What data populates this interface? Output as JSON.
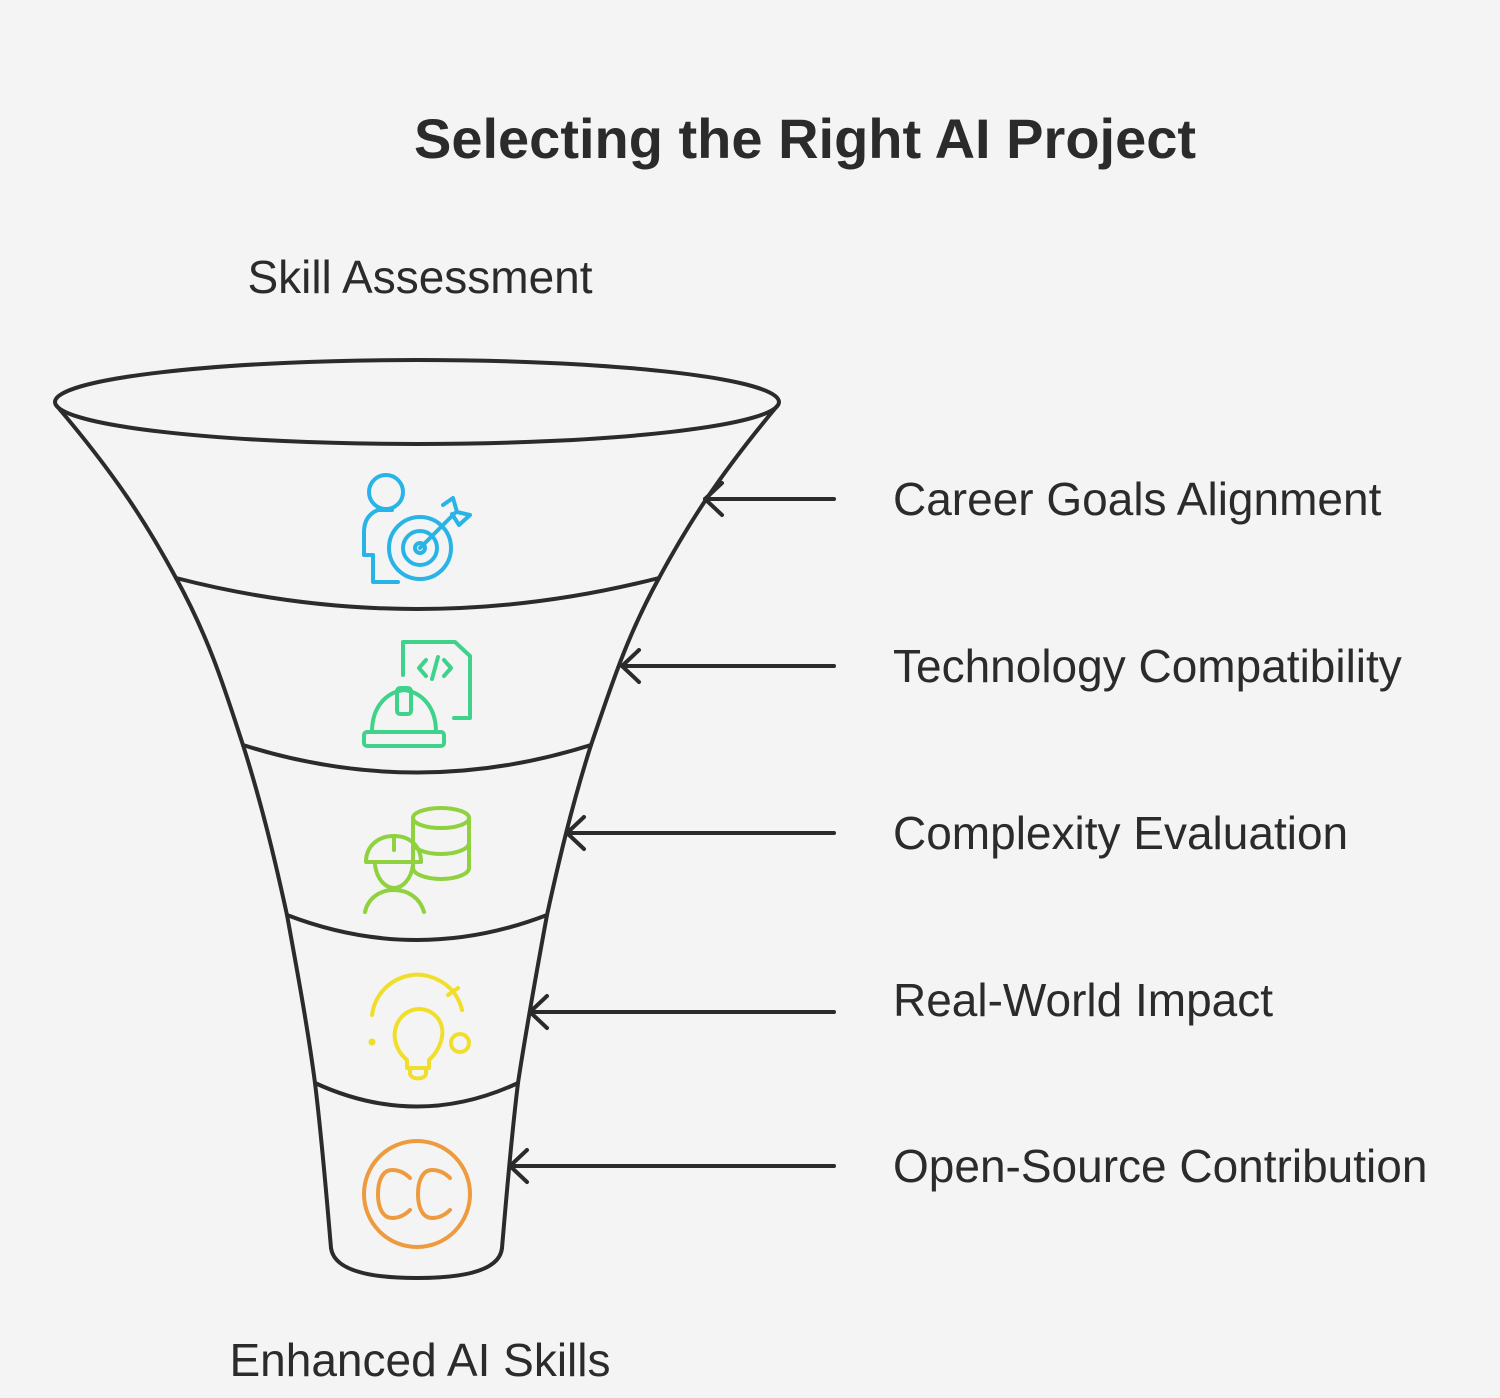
{
  "title": "Selecting the Right AI Project",
  "top_label": "Skill Assessment",
  "bottom_label": "Enhanced AI Skills",
  "stages": [
    {
      "label": "Career Goals Alignment",
      "icon": "person-target-icon",
      "color": "#29b4e8"
    },
    {
      "label": "Technology Compatibility",
      "icon": "hardhat-code-file-icon",
      "color": "#3fd28a"
    },
    {
      "label": "Complexity Evaluation",
      "icon": "worker-database-icon",
      "color": "#8fd13f"
    },
    {
      "label": "Real-World Impact",
      "icon": "lightbulb-orbit-icon",
      "color": "#f0de2a"
    },
    {
      "label": "Open-Source Contribution",
      "icon": "creative-commons-icon",
      "color": "#ee9a3e"
    }
  ]
}
